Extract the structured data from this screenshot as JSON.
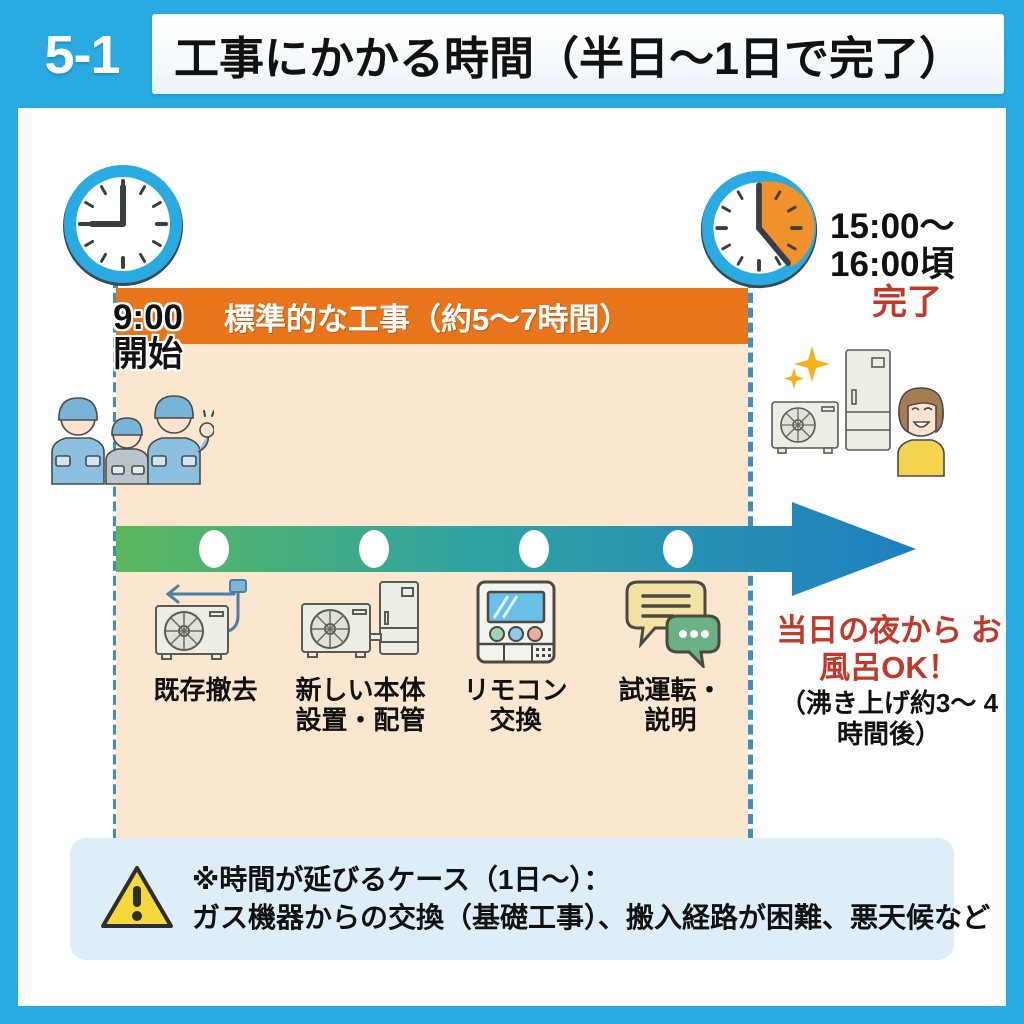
{
  "header": {
    "badge": "5-1",
    "title": "工事にかかる時間（半日〜1日で完了）"
  },
  "timeline": {
    "start": {
      "clock_icon": "clock-icon",
      "time_label": "9:00",
      "state_label": "開始"
    },
    "bar_label": "標準的な工事（約5〜7時間）",
    "end": {
      "clock_icon": "clock-icon",
      "time_line1": "15:00〜",
      "time_line2": "16:00頃",
      "state_label": "完了"
    }
  },
  "steps": [
    {
      "icon": "outdoor-unit-removal-icon",
      "label": "既存撤去"
    },
    {
      "icon": "heat-pump-and-tank-icon",
      "label": "新しい本体\n設置・配管"
    },
    {
      "icon": "remote-controller-icon",
      "label": "リモコン\n交換"
    },
    {
      "icon": "speech-bubbles-icon",
      "label": "試運転・\n説明"
    }
  ],
  "result": {
    "art_icon": "installed-equipment-and-customer-icon",
    "sparkle_icon": "sparkle-icon",
    "headline": "当日の夜から\nお風呂OK！",
    "subtext": "（沸き上げ約3〜\n4時間後）"
  },
  "workers": {
    "icon": "installers-team-icon"
  },
  "note": {
    "warning_icon": "warning-triangle-icon",
    "line1": "※時間が延びるケース（1日〜）：",
    "line2": "ガス機器からの交換（基礎工事）、搬入経路が困難、悪天候など"
  },
  "colors": {
    "frame_blue": "#29ABE2",
    "bar_orange": "#e8741c",
    "panel_peach": "#fbe6d0",
    "accent_red": "#c0392b",
    "note_bg": "#ddeef8",
    "arrow_green": "#5cb85c",
    "arrow_blue": "#1f7fc0"
  }
}
